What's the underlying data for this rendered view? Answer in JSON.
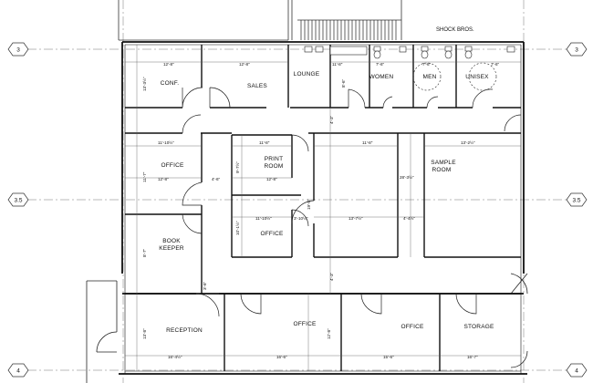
{
  "header": {
    "tenant_label": "SHOCK BROS."
  },
  "grid_labels": {
    "g3": "3",
    "g35": "3.5",
    "g4": "4"
  },
  "rooms": {
    "conf": "CONF.",
    "sales": "SALES",
    "lounge": "LOUNGE",
    "women": "WOMEN",
    "men": "MEN",
    "unisex": "UNISEX",
    "office_left": "OFFICE",
    "print_room_l1": "PRINT",
    "print_room_l2": "ROOM",
    "sample_room_l1": "SAMPLE",
    "sample_room_l2": "ROOM",
    "office_mid": "OFFICE",
    "book_keeper_l1": "BOOK",
    "book_keeper_l2": "KEEPER",
    "reception": "RECEPTION",
    "office_b1": "OFFICE",
    "office_b2": "OFFICE",
    "storage": "STORAGE"
  },
  "dimensions": {
    "d_conf_w": "12'-8\"",
    "d_sales_w": "12'-8\"",
    "d_lounge_w": "11'-8\"",
    "d_women_w": "7'-6\"",
    "d_men_w": "7'-6\"",
    "d_unisex_w": "7'-6\"",
    "d_conf_h": "13'-3½\"",
    "d_office_w1": "11'-10½\"",
    "d_office_w2": "12'-8\"",
    "d_office_h": "11'-7\"",
    "d_corr": "4'-6\"",
    "d_print_w1": "11'-8\"",
    "d_print_w2": "12'-8\"",
    "d_print_h": "9'-7½\"",
    "d_sample_w1": "11'-8\"",
    "d_sample_w2": "13'-2½\"",
    "d_sample_h": "28'-3½\"",
    "d_sample_w3": "13'-7½\"",
    "d_sample_w4": "4'-4½\"",
    "d_office_mid_w1": "11'-10½\"",
    "d_office_mid_w2": "3'-10½\"",
    "d_office_mid_h": "10'-1½\"",
    "d_vert_1": "4'-3\"",
    "d_vert_2": "4'-3\"",
    "d_vert_3": "19'-8\"",
    "d_book_h": "8'-7\"",
    "d_small": "3'-8\"",
    "d_recep_h": "13'-8\"",
    "d_recep_w": "16'-4½\"",
    "d_off_b1_w": "16'-6\"",
    "d_off_b1_h": "12'-8\"",
    "d_off_b2_w": "15'-6\"",
    "d_storage_w": "16'-7\"",
    "d_lounge_h": "8'-6\""
  }
}
